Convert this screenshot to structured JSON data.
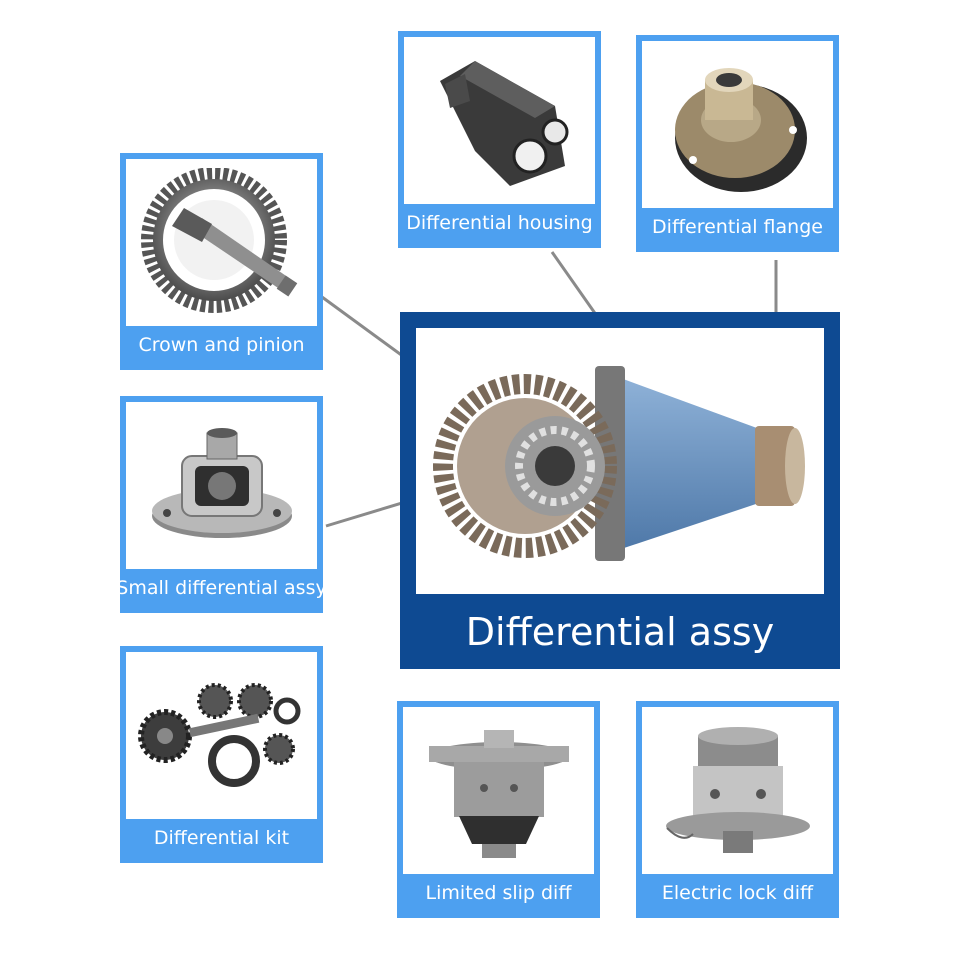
{
  "colors": {
    "card_border": "#4da0f0",
    "main_bg": "#0e4a92",
    "arrow": "#8a8a8a"
  },
  "main": {
    "title": "Differential assy",
    "image_icon": "differential-assembly-illustration"
  },
  "parts": [
    {
      "id": "crown",
      "label": "Crown and pinion",
      "image_icon": "crown-pinion-illustration"
    },
    {
      "id": "small",
      "label": "Small differential assy",
      "image_icon": "small-diff-illustration"
    },
    {
      "id": "kit",
      "label": "Differential kit",
      "image_icon": "diff-kit-illustration"
    },
    {
      "id": "housing",
      "label": "Differential housing",
      "image_icon": "housing-illustration"
    },
    {
      "id": "flange",
      "label": "Differential flange",
      "image_icon": "flange-illustration"
    },
    {
      "id": "lsd",
      "label": "Limited slip diff",
      "image_icon": "lsd-illustration"
    },
    {
      "id": "eld",
      "label": "Electric lock diff",
      "image_icon": "elocker-illustration"
    }
  ]
}
